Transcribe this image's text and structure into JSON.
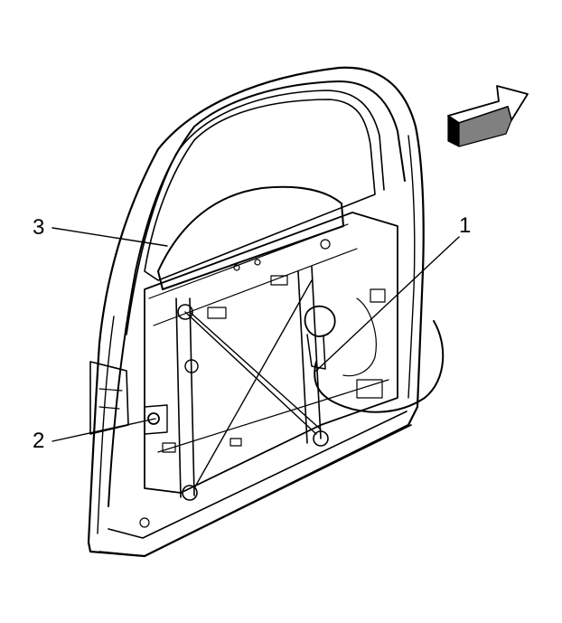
{
  "diagram": {
    "callouts": [
      {
        "id": "1",
        "label": "1"
      },
      {
        "id": "2",
        "label": "2"
      },
      {
        "id": "3",
        "label": "3"
      }
    ],
    "colors": {
      "ink": "#000000",
      "background": "#ffffff",
      "arrow_shade": "#808080"
    },
    "icons": [
      "forward-direction-arrow-icon"
    ]
  }
}
